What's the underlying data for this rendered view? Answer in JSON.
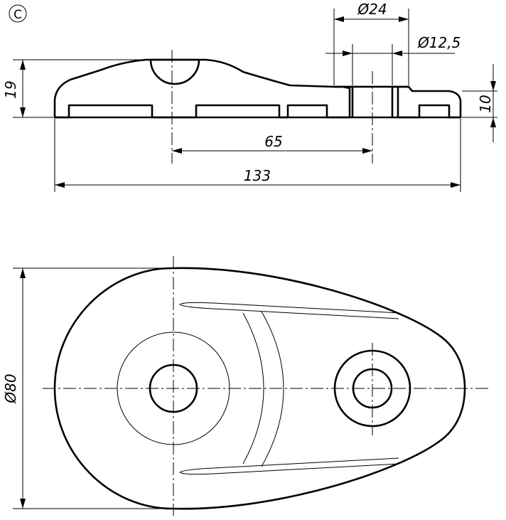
{
  "view_marker": "C",
  "dimensions": {
    "height_total": "19",
    "height_right": "10",
    "distance_holes": "65",
    "length_total": "133",
    "bore_outer": "Ø24",
    "bore_inner": "Ø12,5",
    "width": "Ø80"
  }
}
